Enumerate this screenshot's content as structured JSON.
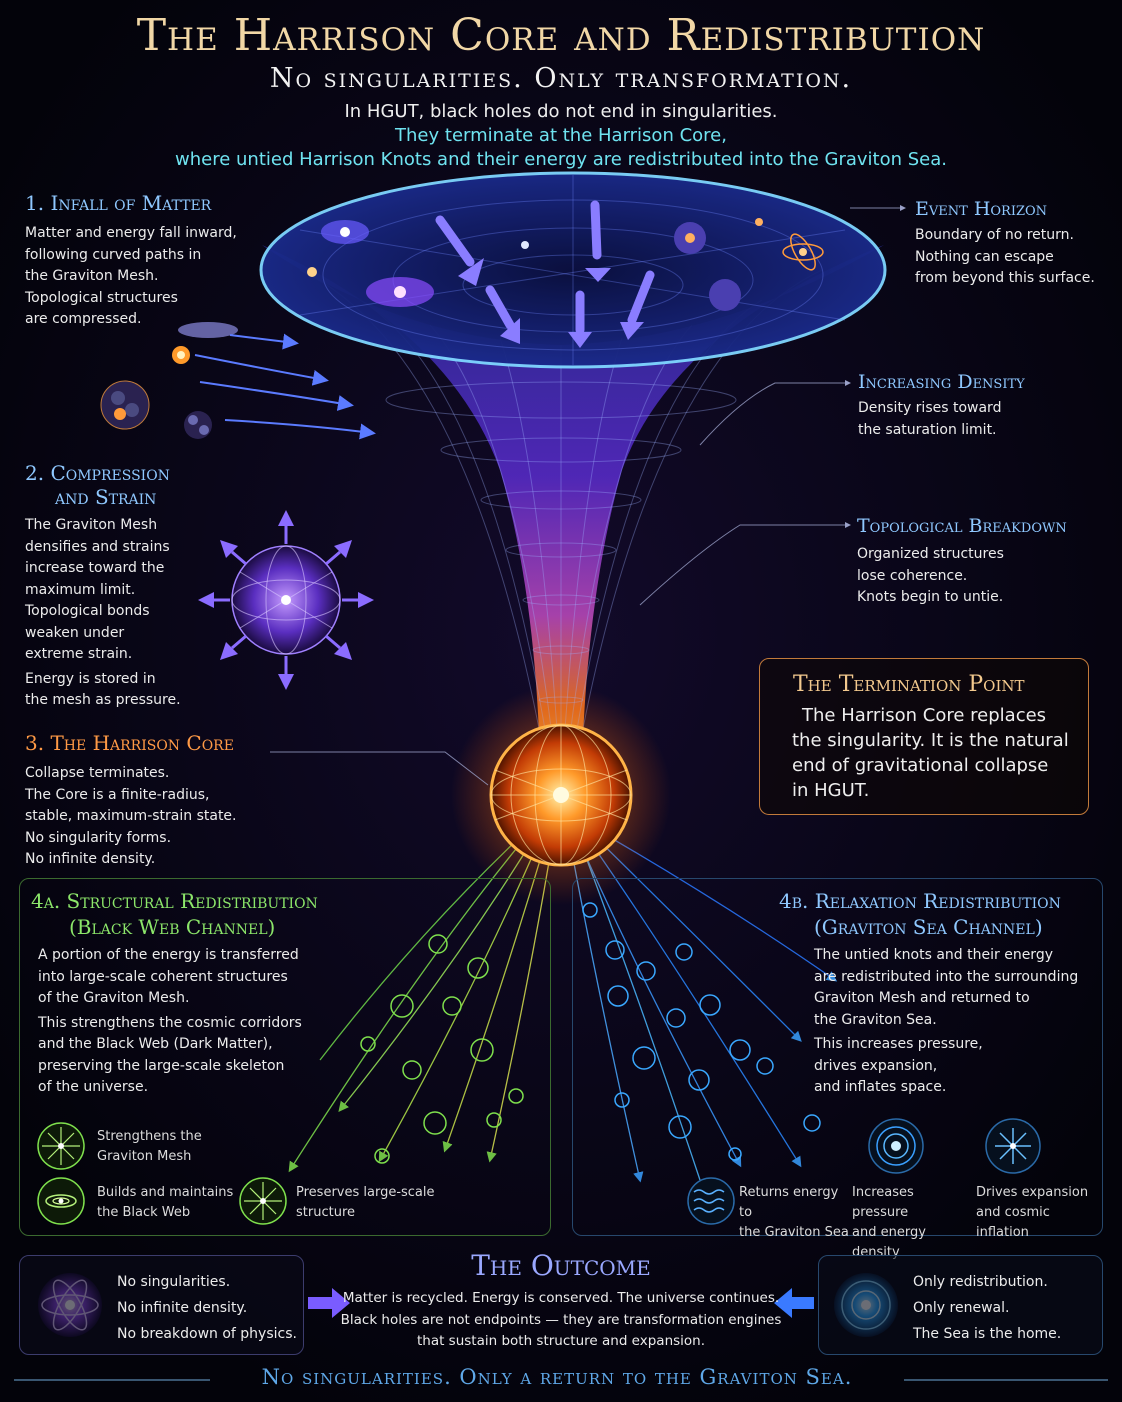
{
  "title": "The Harrison Core and Redistribution",
  "subtitle": "No singularities. Only transformation.",
  "intro": [
    "In HGUT, black holes do not end in singularities.",
    "They terminate at the Harrison Core,",
    "where untied Harrison Knots and their energy are redistributed into the Graviton Sea."
  ],
  "infall": {
    "heading": "1. Infall of Matter",
    "lines": [
      "Matter and energy fall inward,",
      "following curved paths in",
      "the Graviton Mesh.",
      "Topological structures",
      "are compressed."
    ]
  },
  "compression": {
    "heading_line1": "2. Compression",
    "heading_line2": "and Strain",
    "lines": [
      "The Graviton Mesh",
      "densifies and strains",
      "increase toward the",
      "maximum limit.",
      "Topological bonds",
      "weaken under",
      "extreme strain."
    ],
    "lines2": [
      "Energy is stored in",
      "the mesh as pressure."
    ]
  },
  "core": {
    "heading": "3. The Harrison Core",
    "lines": [
      "Collapse terminates.",
      "The Core is a finite-radius,",
      "stable, maximum-strain state.",
      "No singularity forms.",
      "No infinite density."
    ]
  },
  "event_horizon": {
    "heading": "Event Horizon",
    "lines": [
      "Boundary of no return.",
      "Nothing can escape",
      "from beyond this surface."
    ]
  },
  "density": {
    "heading": "Increasing Density",
    "lines": [
      "Density rises toward",
      "the saturation limit."
    ]
  },
  "breakdown": {
    "heading": "Topological Breakdown",
    "lines": [
      "Organized structures",
      "lose coherence.",
      "Knots begin to untie."
    ]
  },
  "termination": {
    "heading": "The Termination Point",
    "lines": [
      "The Harrison Core replaces",
      "the singularity. It is the natural",
      "end of gravitational collapse",
      "in HGUT."
    ]
  },
  "redist_a": {
    "heading_line1": "4a. Structural Redistribution",
    "heading_line2": "(Black Web Channel)",
    "lines": [
      "A portion of the energy is transferred",
      "into large-scale coherent structures",
      "of the Graviton Mesh."
    ],
    "lines2": [
      "This strengthens the cosmic corridors",
      "and the Black Web (Dark Matter),",
      "preserving the large-scale skeleton",
      "of the universe."
    ],
    "icons": [
      {
        "icon": "mesh-star-icon",
        "label": [
          "Strengthens the",
          "Graviton Mesh"
        ]
      },
      {
        "icon": "spiral-galaxy-icon",
        "label": [
          "Builds and maintains",
          "the Black Web"
        ]
      },
      {
        "icon": "burst-icon",
        "label": [
          "Preserves large-scale",
          "structure"
        ]
      }
    ]
  },
  "redist_b": {
    "heading_line1": "4b. Relaxation Redistribution",
    "heading_line2": "(Graviton Sea Channel)",
    "lines": [
      "The untied knots and their energy",
      "are redistributed into the surrounding",
      "Graviton Mesh and returned to",
      "the Graviton Sea."
    ],
    "lines2": [
      "This increases pressure,",
      "drives expansion,",
      "and inflates space."
    ],
    "icons": [
      {
        "icon": "waves-icon",
        "label": [
          "Returns energy to",
          "the Graviton Sea"
        ]
      },
      {
        "icon": "concentric-rings-icon",
        "label": [
          "Increases pressure",
          "and energy density"
        ]
      },
      {
        "icon": "expansion-icon",
        "label": [
          "Drives expansion",
          "and cosmic inflation"
        ]
      }
    ]
  },
  "outcome": {
    "heading": "The Outcome",
    "left": [
      "No singularities.",
      "No infinite density.",
      "No breakdown of physics."
    ],
    "center": [
      "Matter is recycled. Energy is conserved. The universe continues.",
      "Black holes are not endpoints — they are transformation engines",
      "that sustain both structure and expansion."
    ],
    "right": [
      "Only redistribution.",
      "Only renewal.",
      "The Sea is the home."
    ]
  },
  "footer": "No singularities. Only a return to the Graviton Sea.",
  "colors": {
    "title": "#f1d7a6",
    "violet": "#b9a7ff",
    "orange": "#ff9a46",
    "green": "#8ce66a",
    "blue": "#8fc8ff",
    "cyan": "#6fe3f0",
    "background": "#04040a"
  }
}
